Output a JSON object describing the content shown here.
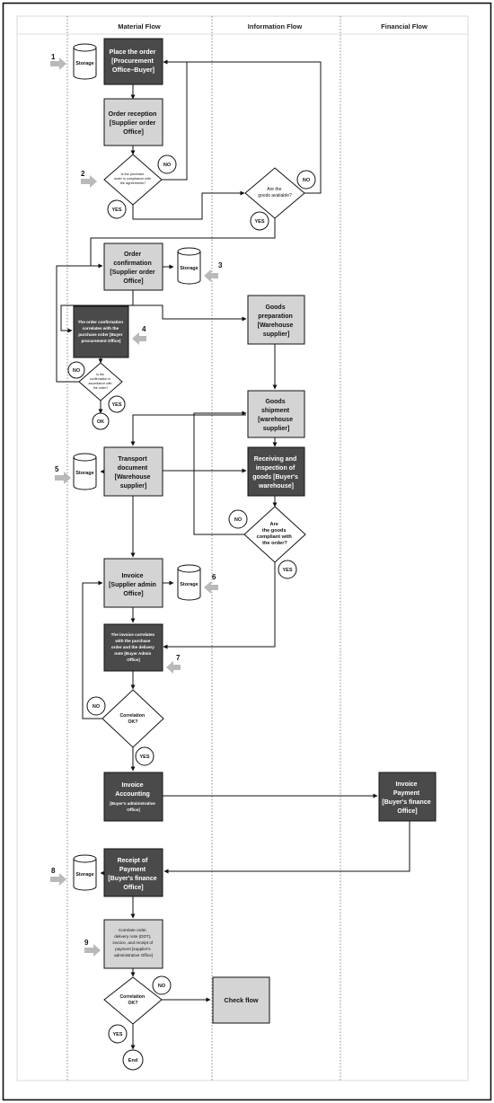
{
  "lanes": [
    {
      "id": "material",
      "title": "Material Flow"
    },
    {
      "id": "information",
      "title": "Information Flow"
    },
    {
      "id": "financial",
      "title": "Financial Flow"
    }
  ],
  "nodes": {
    "place_order": [
      "Place the order",
      "[Procurement",
      "Office–Buyer]"
    ],
    "order_reception": [
      "Order reception",
      "[Supplier order",
      "Office]"
    ],
    "purchase_compliance": [
      "Is the purchase",
      "order in compliance with",
      "the agreements?"
    ],
    "goods_available": [
      "Are the",
      "goods available?"
    ],
    "order_confirmation": [
      "Order",
      "confirmation",
      "[Supplier order",
      "Office]"
    ],
    "confirmation_correlates": [
      "The order confirmation",
      "correlates with the",
      "purchase order [Buyer",
      "procurement Office]"
    ],
    "confirmation_accordance": [
      "Is the",
      "confirmation in",
      "accordance with",
      "the order?"
    ],
    "goods_preparation": [
      "Goods",
      "preparation",
      "[Warehouse",
      "supplier]"
    ],
    "goods_shipment": [
      "Goods",
      "shipment",
      "[warehouse",
      "supplier]"
    ],
    "transport_document": [
      "Transport",
      "document",
      "[Warehouse",
      "supplier]"
    ],
    "receiving_inspection": [
      "Receiving and",
      "inspection of",
      "goods [Buyer's",
      "warehouse]"
    ],
    "goods_compliant": [
      "Are",
      "the goods",
      "compliant with",
      "the order?"
    ],
    "invoice": [
      "Invoice",
      "[Supplier admin",
      "Office]"
    ],
    "invoice_correlates": [
      "The invoice correlates",
      "with the purchase",
      "order and the delivery",
      "note [Buyer Admin",
      "Office]"
    ],
    "correlation_ok_1": [
      "Correlation",
      "OK?"
    ],
    "invoice_accounting": [
      "Invoice",
      "Accounting",
      "[Buyer's administrative",
      "Office]"
    ],
    "invoice_payment": [
      "Invoice",
      "Payment",
      "[Buyer's finance",
      "Office]"
    ],
    "receipt_payment": [
      "Receipt of",
      "Payment",
      "[Buyer's finance",
      "Office]"
    ],
    "correlate_all": [
      "Correlate order,",
      "delivery note (DDT),",
      "invoice, and receipt of",
      "payment [supplier's",
      "administrative Office]"
    ],
    "correlation_ok_2": [
      "Correlation",
      "OK?"
    ],
    "check_flow": [
      "Check flow"
    ]
  },
  "labels": {
    "storage": "Storage",
    "yes": "YES",
    "no": "NO",
    "ok": "OK",
    "end": "End"
  },
  "step_numbers": [
    "1",
    "2",
    "3",
    "4",
    "5",
    "6",
    "7",
    "8",
    "9"
  ]
}
